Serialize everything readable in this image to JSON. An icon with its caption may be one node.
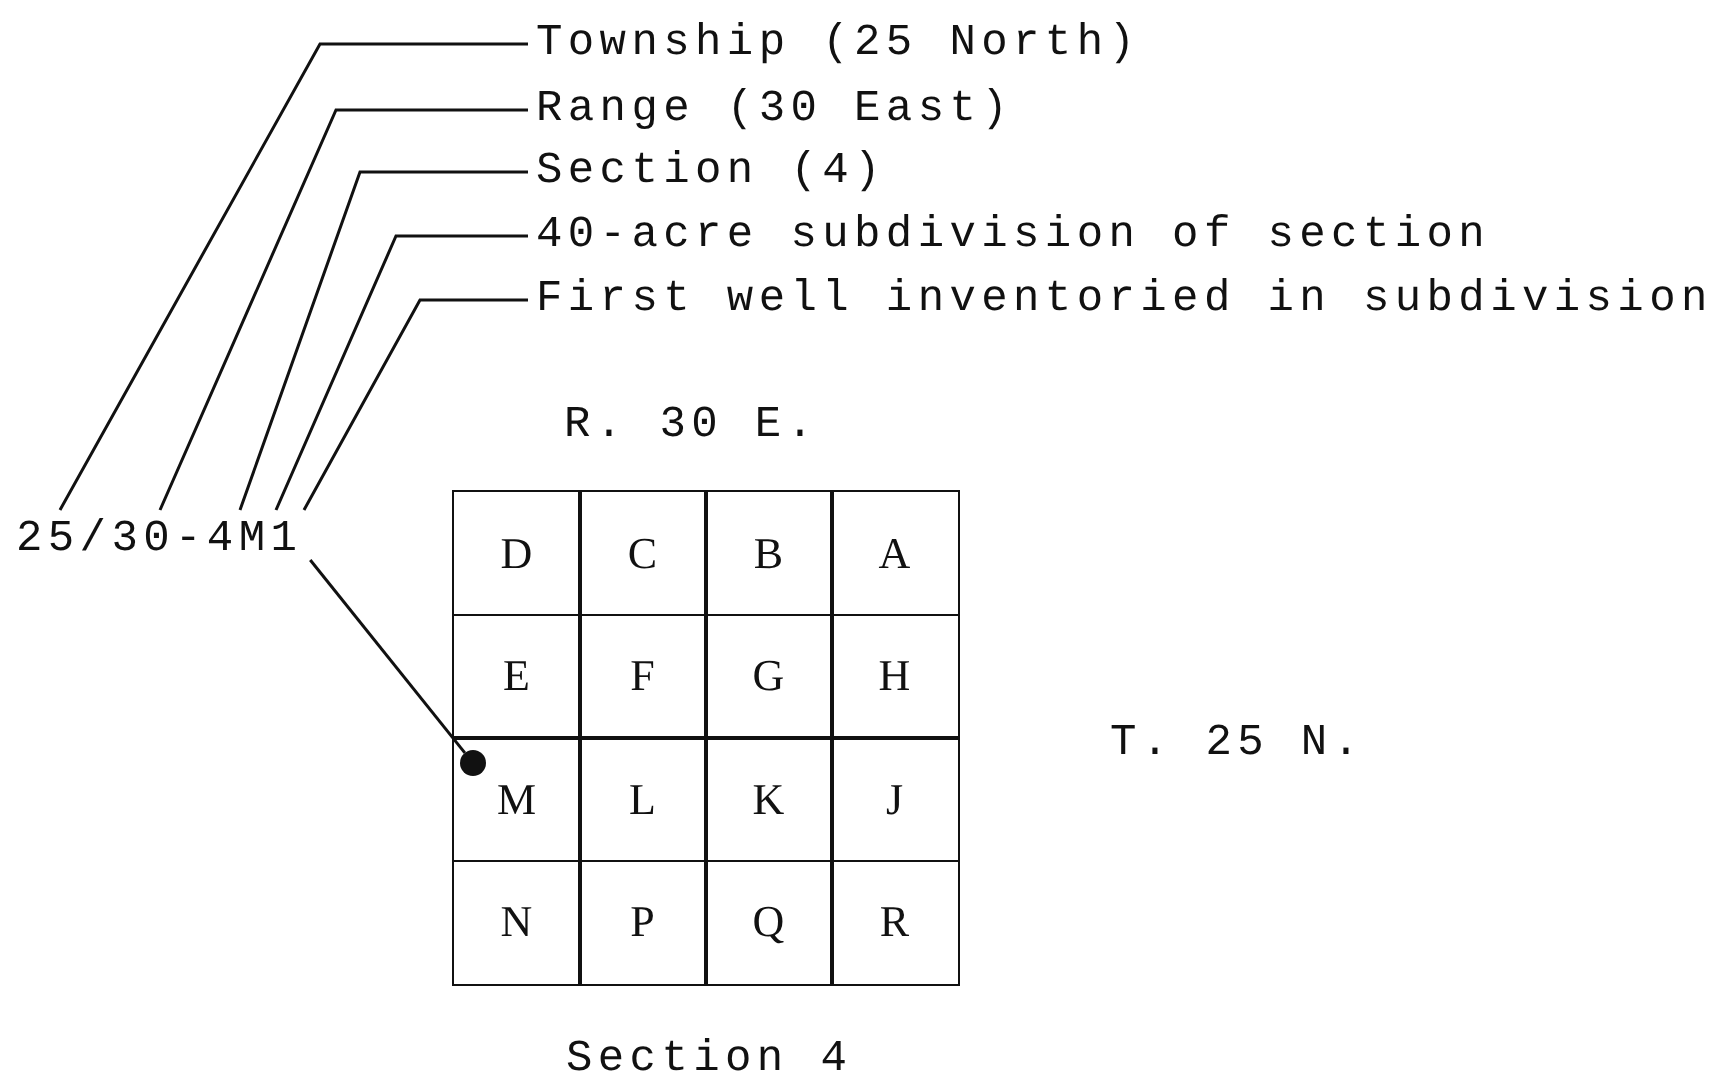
{
  "diagram": {
    "nodes": [
      {
        "text": [
          "Township (25 North)"
        ]
      },
      {
        "text": [
          "Range (30 East)"
        ]
      },
      {
        "text": [
          "Section (4)"
        ]
      },
      {
        "text": [
          "40-acre subdivision of section"
        ]
      },
      {
        "text": [
          "First well inventoried in subdivision"
        ]
      },
      {
        "text": [
          "25/30-4M1"
        ]
      },
      {
        "text": [
          "D"
        ]
      },
      {
        "text": [
          "C"
        ]
      },
      {
        "text": [
          "B"
        ]
      },
      {
        "text": [
          "A"
        ]
      },
      {
        "text": [
          "E"
        ]
      },
      {
        "text": [
          "F"
        ]
      },
      {
        "text": [
          "G"
        ]
      },
      {
        "text": [
          "H"
        ]
      },
      {
        "text": [
          "M"
        ]
      },
      {
        "text": [
          "L"
        ]
      },
      {
        "text": [
          "K"
        ]
      },
      {
        "text": [
          "J"
        ]
      },
      {
        "text": [
          "N"
        ]
      },
      {
        "text": [
          "P"
        ]
      },
      {
        "text": [
          "Q"
        ]
      },
      {
        "text": [
          "R"
        ]
      },
      {
        "text": [],
        "shape": "circle",
        "in": 14
      }
    ],
    "edges": [
      {
        "from": 0,
        "to": 5,
        "arrow": "none"
      },
      {
        "from": 1,
        "to": 5,
        "arrow": "none"
      },
      {
        "from": 2,
        "to": 5,
        "arrow": "none"
      },
      {
        "from": 3,
        "to": 5,
        "arrow": "none"
      },
      {
        "from": 4,
        "to": 5,
        "arrow": "none"
      },
      {
        "from": 5,
        "to": 22,
        "arrow": "none"
      }
    ],
    "labels": [
      "R. 30 E.",
      "T. 25 N.",
      "Section 4"
    ]
  }
}
